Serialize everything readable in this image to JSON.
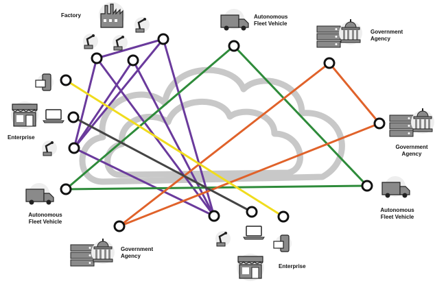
{
  "labels": {
    "factory": "Factory",
    "fleet_top": [
      "Autonomous",
      "Fleet Vehicle"
    ],
    "gov_top_right": [
      "Government",
      "Agency"
    ],
    "enterprise_left": "Enterprise",
    "gov_right": [
      "Government",
      "Agency"
    ],
    "fleet_left": [
      "Autonomous",
      "Fleet Vehicle"
    ],
    "fleet_right": [
      "Autonomous",
      "Fleet Vehicle"
    ],
    "gov_bottom": [
      "Government",
      "Agency"
    ],
    "enterprise_bottom": "Enterprise"
  },
  "colors": {
    "purple": "#6a3a9c",
    "green": "#2e8b3a",
    "orange": "#e0622a",
    "yellow": "#f0dc1e",
    "dark": "#444444",
    "cloud": "#c8c8c8",
    "icon_fill": "#8a8a8a"
  },
  "icons": [
    "factory-icon",
    "robot-arm-icon",
    "truck-icon",
    "server-rack-icon",
    "government-building-icon",
    "storefront-icon",
    "laptop-icon",
    "mobile-device-icon"
  ]
}
